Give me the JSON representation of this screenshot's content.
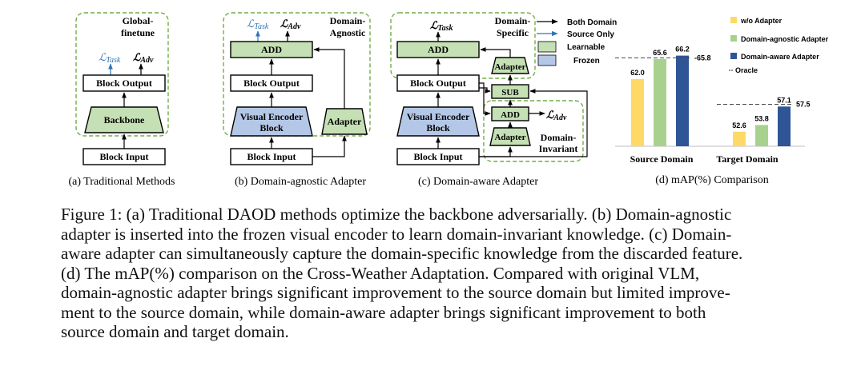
{
  "panel_a": {
    "title_lines": [
      "Global-",
      "finetune"
    ],
    "loss_task": "ℒ",
    "loss_task_sub": "Task",
    "loss_adv": "ℒ",
    "loss_adv_sub": "Adv",
    "block_output": "Block Output",
    "backbone": "Backbone",
    "block_input": "Block Input",
    "caption": "(a) Traditional Methods"
  },
  "panel_b": {
    "title_lines": [
      "Domain-",
      "Agnostic"
    ],
    "loss_task": "ℒ",
    "loss_task_sub": "Task",
    "loss_adv": "ℒ",
    "loss_adv_sub": "Adv",
    "add": "ADD",
    "block_output": "Block Output",
    "encoder_lines": [
      "Visual Encoder",
      "Block"
    ],
    "adapter": "Adapter",
    "block_input": "Block Input",
    "caption": "(b) Domain-agnostic Adapter"
  },
  "panel_c": {
    "title_lines": [
      "Domain-",
      "Specific"
    ],
    "loss_task": "ℒ",
    "loss_task_sub": "Task",
    "loss_adv": "ℒ",
    "loss_adv_sub": "Adv",
    "add_top": "ADD",
    "block_output": "Block Output",
    "encoder_lines": [
      "Visual Encoder",
      "Block"
    ],
    "adapter_specific": "Adapter",
    "sub": "SUB",
    "add_inner": "ADD",
    "adapter_invariant": "Adapter",
    "invariant_lines": [
      "Domain-",
      "Invariant"
    ],
    "block_input": "Block Input",
    "caption": "(c) Domain-aware Adapter"
  },
  "legend": {
    "both_domain": "Both Domain",
    "source_only": "Source Only",
    "learnable": "Learnable",
    "frozen": "Frozen"
  },
  "colors": {
    "green_fill": "#c5e0b4",
    "blue_fill": "#b4c7e7",
    "dashed_border": "#70ad47",
    "source_arrow": "#2e75b6",
    "bar_yellow": "#ffd966",
    "bar_green": "#a9d18e",
    "bar_blue": "#2f5597"
  },
  "chart_data": {
    "type": "bar",
    "categories": [
      "Source Domain",
      "Target Domain"
    ],
    "series": [
      {
        "name": "w/o Adapter",
        "values": [
          62.0,
          52.6
        ],
        "labels": [
          "62.0",
          "52.6"
        ]
      },
      {
        "name": "Domain-agnostic Adapter",
        "values": [
          65.6,
          53.8
        ],
        "labels": [
          "65.6",
          "53.8"
        ]
      },
      {
        "name": "Domain-aware Adapter",
        "values": [
          66.2,
          57.1
        ],
        "labels": [
          "66.2",
          "57.1"
        ]
      }
    ],
    "oracle": {
      "name": "Oracle",
      "values": [
        65.8,
        57.5
      ],
      "labels": [
        "65.8",
        "57.5"
      ]
    },
    "caption": "(d) mAP(%) Comparison"
  },
  "caption_lines": [
    "Figure 1: (a) Traditional DAOD methods optimize the backbone adversarially. (b) Domain-agnostic",
    "adapter is inserted into the frozen visual encoder to learn domain-invariant knowledge. (c) Domain-",
    "aware adapter can simultaneously capture the domain-specific knowledge from the discarded feature.",
    "(d) The mAP(%) comparison on the Cross-Weather Adaptation. Compared with original VLM,",
    "domain-agnostic adapter brings significant improvement to the source domain but limited improve-",
    "ment to the source domain, while domain-aware adapter brings significant improvement to both",
    "source domain and target domain."
  ]
}
